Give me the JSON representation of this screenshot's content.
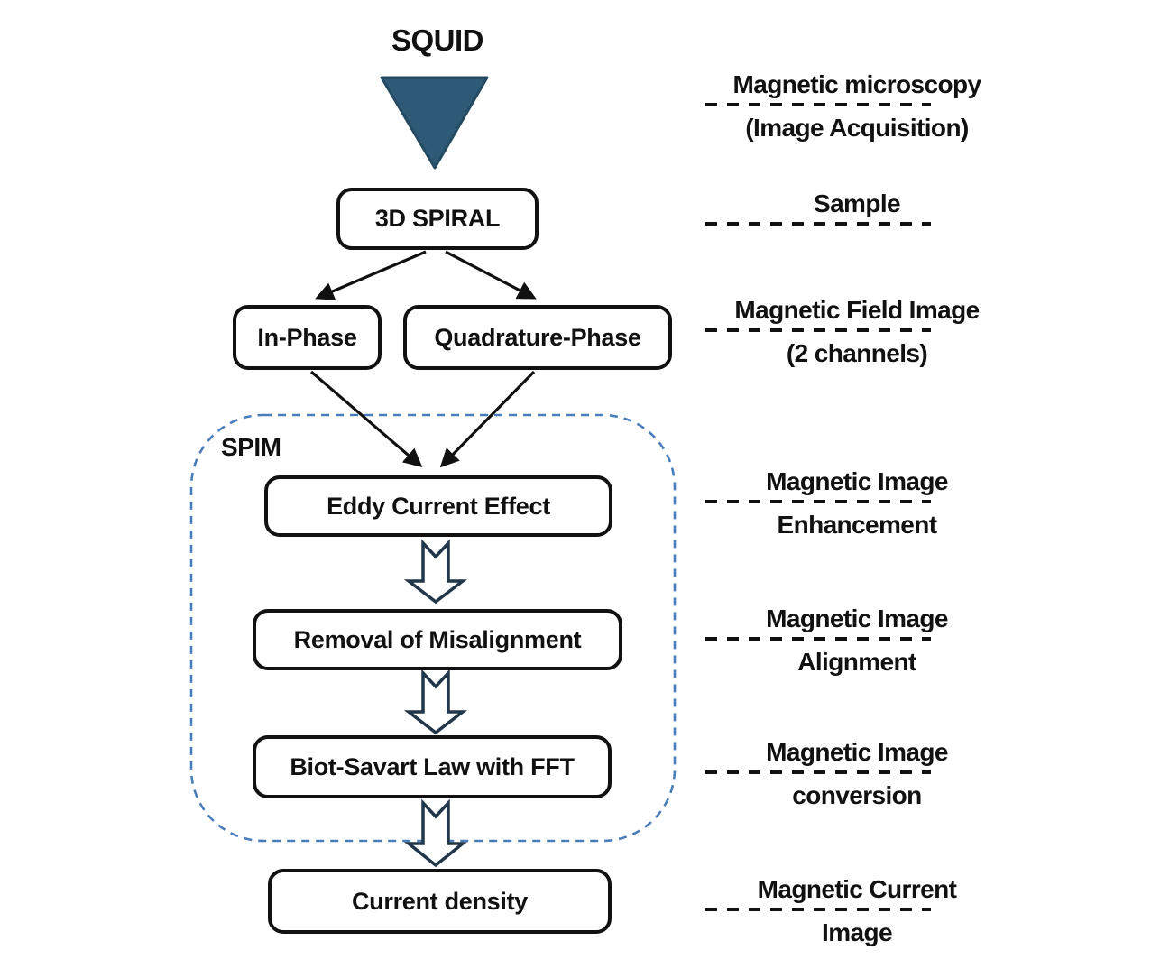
{
  "title": "SQUID",
  "container_label": "SPIM",
  "nodes": {
    "spiral": "3D SPIRAL",
    "in_phase": "In-Phase",
    "quadrature": "Quadrature-Phase",
    "eddy": "Eddy Current Effect",
    "removal": "Removal of Misalignment",
    "biot": "Biot-Savart Law with FFT",
    "current": "Current density"
  },
  "annotations": [
    {
      "line1": "Magnetic microscopy",
      "line2": "(Image Acquisition)"
    },
    {
      "line1": "Sample",
      "line2": ""
    },
    {
      "line1": "Magnetic Field Image",
      "line2": "(2 channels)"
    },
    {
      "line1": "Magnetic Image",
      "line2": "Enhancement"
    },
    {
      "line1": "Magnetic Image",
      "line2": "Alignment"
    },
    {
      "line1": "Magnetic Image",
      "line2": "conversion"
    },
    {
      "line1": "Magnetic Current",
      "line2": "Image"
    }
  ],
  "colors": {
    "bg": "#ffffff",
    "text": "#111111",
    "box_border": "#111111",
    "arrow": "#111111",
    "triangle": "#2E5A78",
    "triangle_border": "#254B63",
    "hollow_arrow": "#22364A",
    "spim_border": "#4A7EBB"
  }
}
